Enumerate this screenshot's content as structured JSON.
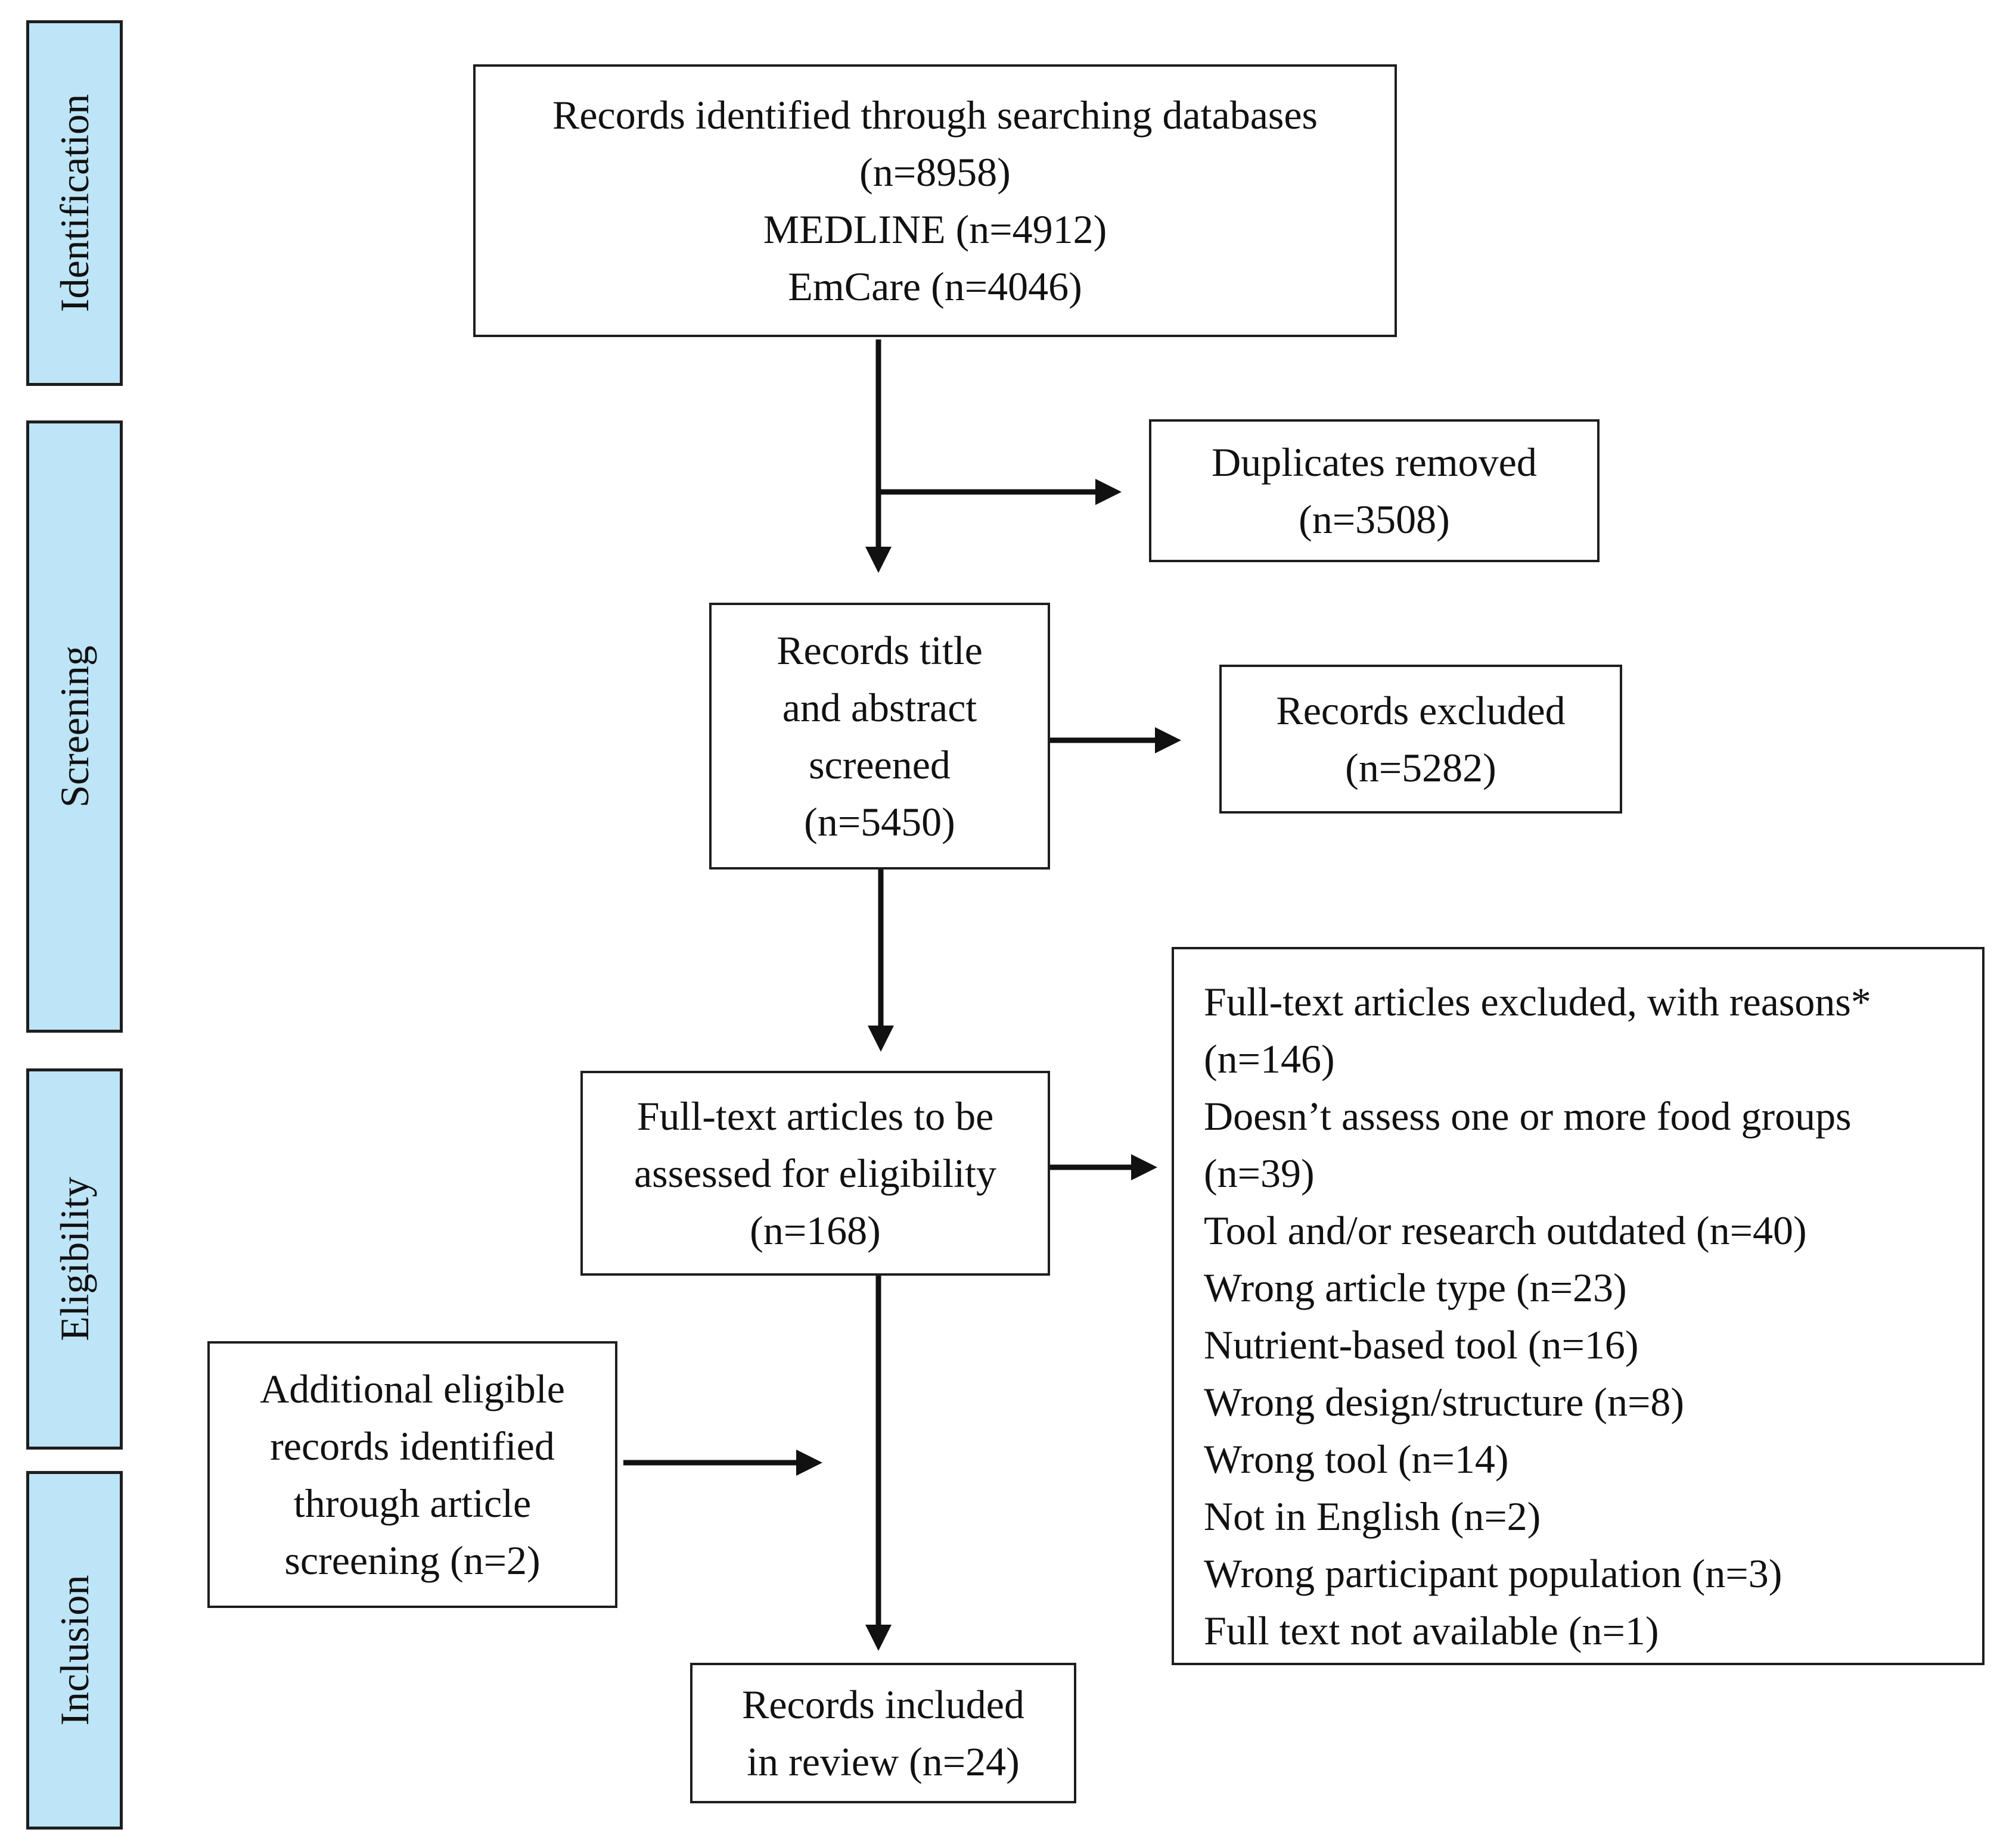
{
  "phases": [
    {
      "id": "identification",
      "label": "Identification"
    },
    {
      "id": "screening",
      "label": "Screening"
    },
    {
      "id": "eligibility",
      "label": "Eligibility"
    },
    {
      "id": "inclusion",
      "label": "Inclusion"
    }
  ],
  "boxes": {
    "records_identified": {
      "lines": [
        "Records identified through searching databases",
        "(n=8958)",
        "MEDLINE (n=4912)",
        "EmCare (n=4046)"
      ]
    },
    "duplicates_removed": {
      "lines": [
        "Duplicates removed",
        "(n=3508)"
      ]
    },
    "records_screened": {
      "lines": [
        "Records title",
        "and abstract",
        "screened",
        "(n=5450)"
      ]
    },
    "records_excluded": {
      "lines": [
        "Records excluded",
        "(n=5282)"
      ]
    },
    "full_text_assessed": {
      "lines": [
        "Full-text articles to be",
        "assessed for eligibility",
        "(n=168)"
      ]
    },
    "full_text_excluded": {
      "lines": [
        "Full-text articles excluded, with reasons*",
        "(n=146)",
        "Doesn’t assess one or more food groups",
        "(n=39)",
        "Tool and/or research outdated (n=40)",
        "Wrong article type (n=23)",
        "Nutrient-based tool (n=16)",
        "Wrong design/structure (n=8)",
        "Wrong tool (n=14)",
        "Not in English (n=2)",
        "Wrong participant population (n=3)",
        "Full text not available (n=1)"
      ]
    },
    "additional_records": {
      "lines": [
        "Additional eligible",
        "records identified",
        "through article",
        "screening (n=2)"
      ]
    },
    "records_included": {
      "lines": [
        "Records included",
        "in review (n=24)"
      ]
    }
  }
}
